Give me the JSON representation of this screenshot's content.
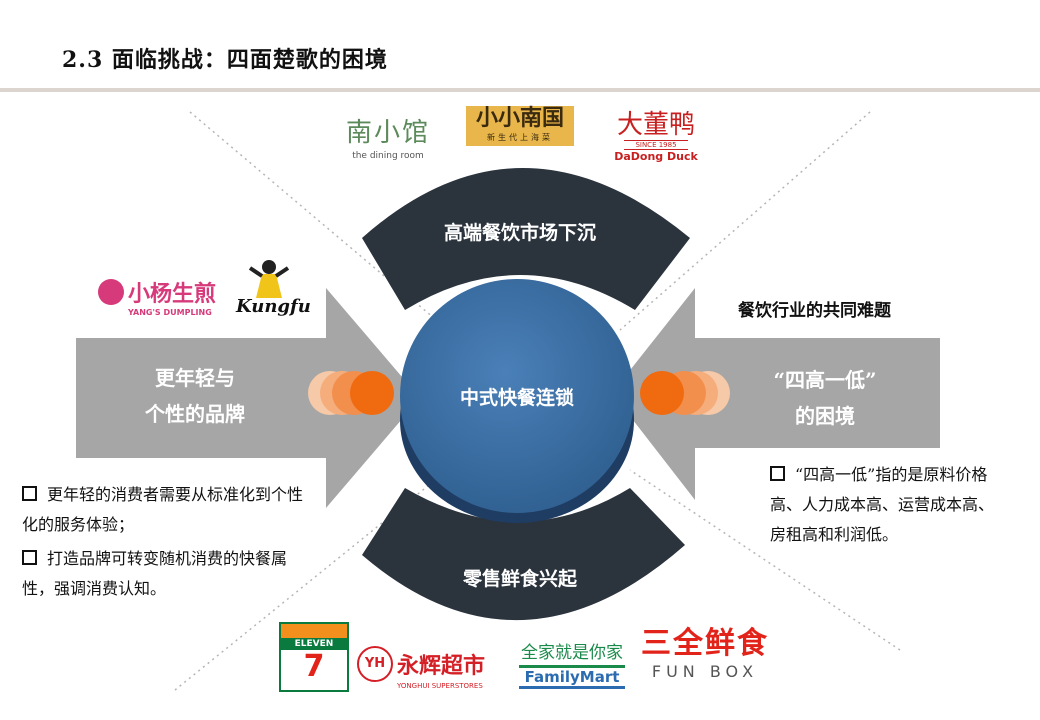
{
  "title": "2.3 面临挑战：四面楚歌的困境",
  "center_label": "中式快餐连锁",
  "top_band_label": "高端餐饮市场下沉",
  "bottom_band_label": "零售鲜食兴起",
  "left_arrow": {
    "line1": "更年轻与",
    "line2": "个性的品牌"
  },
  "right_arrow": {
    "line1": "“四高一低”",
    "line2": "的困境"
  },
  "right_heading": "餐饮行业的共同难题",
  "left_notes": [
    "更年轻的消费者需要从标准化到个性化的服务体验；",
    "打造品牌可转变随机消费的快餐属性，强调消费认知。"
  ],
  "right_notes": [
    "“四高一低”指的是原料价格高、人力成本高、运营成本高、房租高和利润低。"
  ],
  "logos": {
    "top": [
      {
        "name": "南小馆",
        "sub": "the dining room"
      },
      {
        "name": "小小南国",
        "sub": "新生代上海菜"
      },
      {
        "name": "大董鸭",
        "sub": "DaDong Duck",
        "since": "SINCE 1985"
      }
    ],
    "left": [
      {
        "name": "小杨生煎",
        "sub": "YANG'S DUMPLING"
      },
      {
        "name": "Kungfu"
      }
    ],
    "bottom": [
      {
        "name": "7",
        "sub": "ELEVEN"
      },
      {
        "name": "永辉超市",
        "sub": "YONGHUI SUPERSTORES",
        "badge": "YH"
      },
      {
        "name": "全家就是你家",
        "sub": "FamilyMart"
      },
      {
        "name": "三全鲜食",
        "sub": "FUN BOX"
      }
    ]
  },
  "colors": {
    "arrow": "#a6a6a6",
    "band": "#2b333d",
    "circle": "#3a6ea2",
    "orange": "#f06a10",
    "rule": "#dcd4cf"
  }
}
